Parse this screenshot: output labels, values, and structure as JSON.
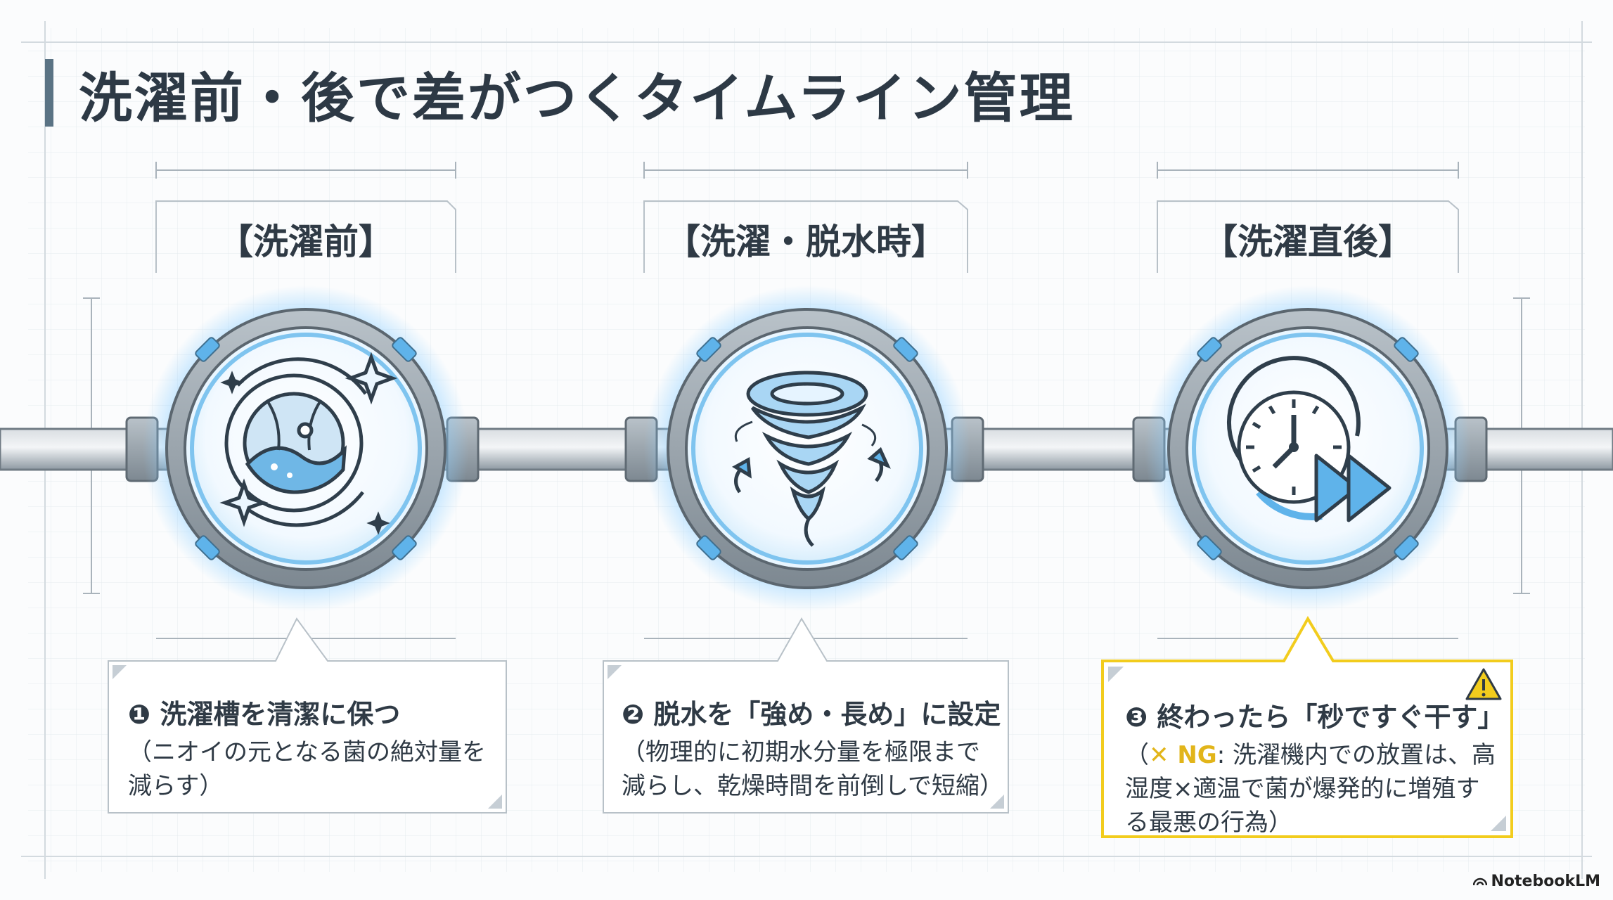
{
  "title": "洗濯前・後で差がつくタイムライン管理",
  "stages": [
    {
      "label": "【洗濯前】",
      "icon": "washing-drum-sparkle-icon",
      "number": "❶",
      "heading": "洗濯槽を清潔に保つ",
      "detail_line1": "（ニオイの元となる菌の絶対量を",
      "detail_line2": "減らす）"
    },
    {
      "label": "【洗濯・脱水時】",
      "icon": "tornado-spin-icon",
      "number": "❷",
      "heading": "脱水を「強め・長め」に設定",
      "detail_line1": "（物理的に初期水分量を極限まで",
      "detail_line2": "減らし、乾燥時間を前倒しで短縮）"
    },
    {
      "label": "【洗濯直後】",
      "icon": "clock-fast-forward-icon",
      "number": "❸",
      "heading": "終わったら「秒ですぐ干す」",
      "ng_label": "✕ NG",
      "detail_line1_rest": ": 洗濯機内での放置は、高",
      "detail_line2": "湿度×適温で菌が爆発的に増殖す",
      "detail_line3": "る最悪の行為）",
      "warning_icon": "warning-triangle-icon"
    }
  ],
  "brand": "NotebookLM",
  "colors": {
    "accent_blue": "#4aa3e0",
    "warning_yellow": "#f2cc1d",
    "pipe_gray": "#9aa5ae",
    "text_dark": "#2f3a45"
  }
}
